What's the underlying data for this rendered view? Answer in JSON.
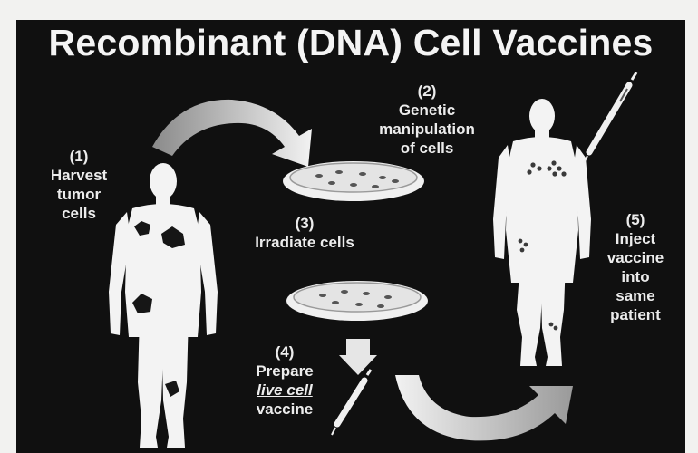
{
  "title": "Recombinant (DNA) Cell Vaccines",
  "steps": [
    {
      "number": "(1)",
      "lines": [
        "Harvest",
        "tumor",
        "cells"
      ]
    },
    {
      "number": "(2)",
      "lines": [
        "Genetic",
        "manipulation",
        "of cells"
      ]
    },
    {
      "number": "(3)",
      "lines": [
        "Irradiate cells"
      ]
    },
    {
      "number": "(4)",
      "lines": [
        "Prepare",
        "live cell",
        "vaccine"
      ]
    },
    {
      "number": "(5)",
      "lines": [
        "Inject",
        "vaccine",
        "into",
        "same",
        "patient"
      ]
    }
  ],
  "colors": {
    "background": "#101010",
    "figure": "#f3f3f3",
    "tumor": "#1a1a1a",
    "arrow": "#d9d9d9"
  }
}
